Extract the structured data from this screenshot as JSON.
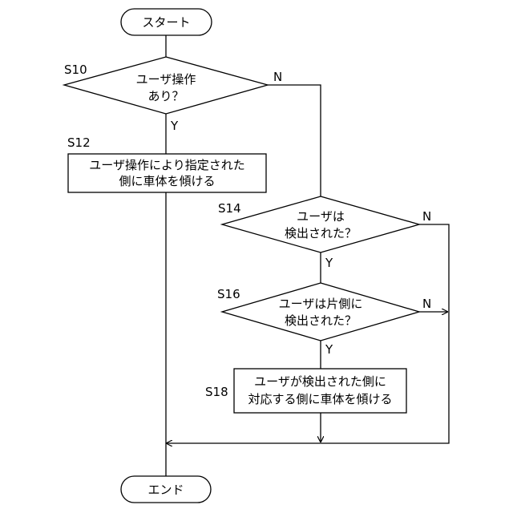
{
  "start": {
    "label": "スタート"
  },
  "end": {
    "label": "エンド"
  },
  "steps": {
    "s10": {
      "id": "S10",
      "line1": "ユーザ操作",
      "line2": "あり？"
    },
    "s12": {
      "id": "S12",
      "line1": "ユーザ操作により指定された",
      "line2": "側に車体を傾ける"
    },
    "s14": {
      "id": "S14",
      "line1": "ユーザは",
      "line2": "検出された？"
    },
    "s16": {
      "id": "S16",
      "line1": "ユーザは片側に",
      "line2": "検出された？"
    },
    "s18": {
      "id": "S18",
      "line1": "ユーザが検出された側に",
      "line2": "対応する側に車体を傾ける"
    }
  },
  "branches": {
    "s10_no": "N",
    "s10_yes": "Y",
    "s14_no": "N",
    "s14_yes": "Y",
    "s16_no": "N",
    "s16_yes": "Y"
  }
}
